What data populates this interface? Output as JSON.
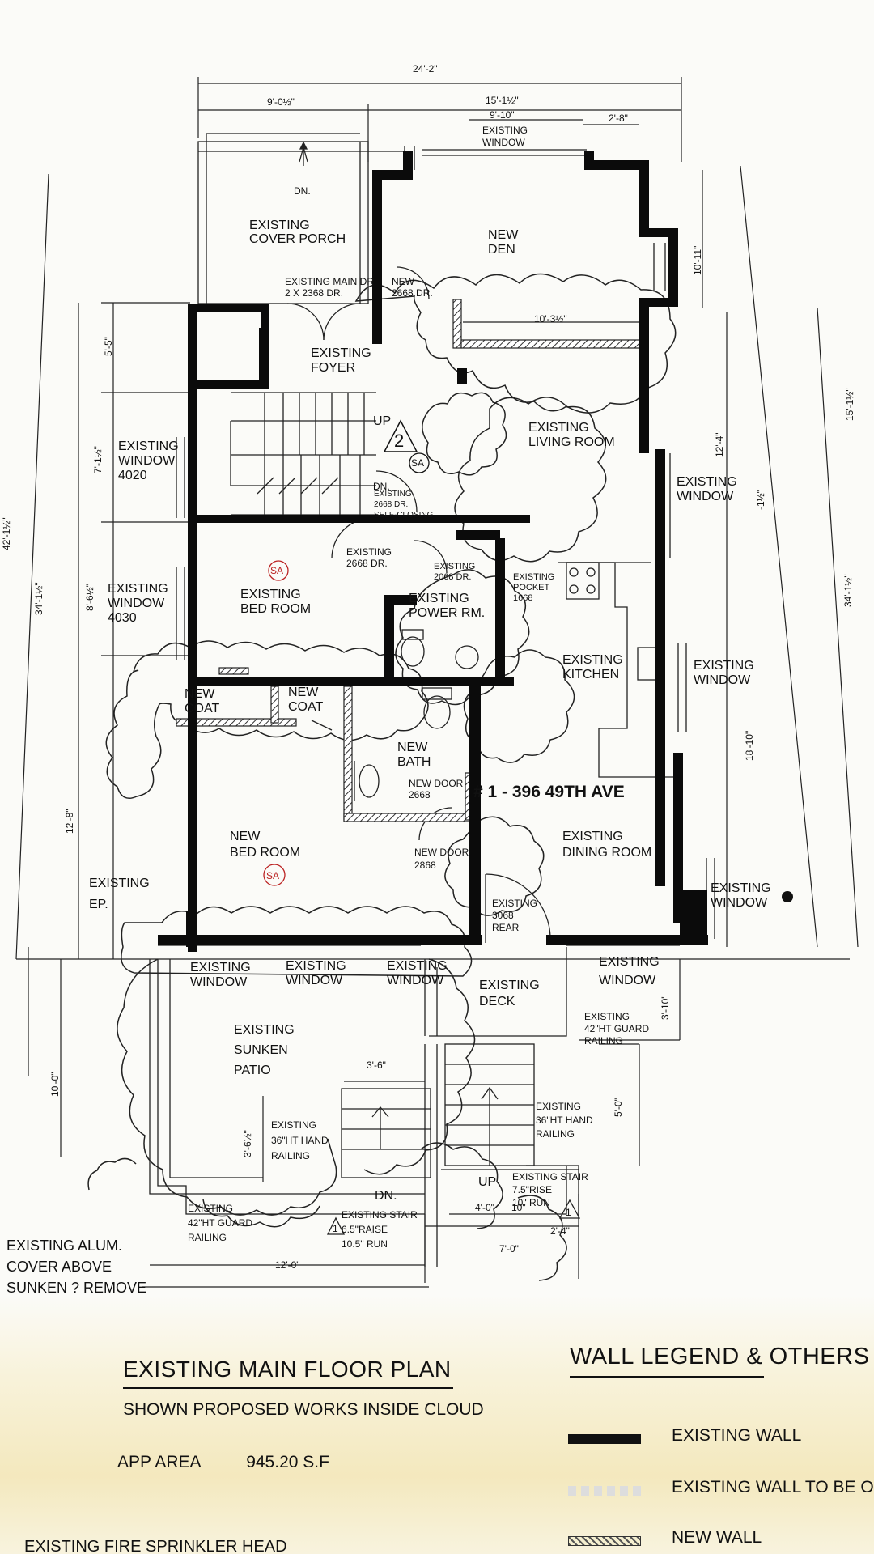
{
  "dimensions": {
    "overall_width": "24'-2\"",
    "porch_width": "9'-0½\"",
    "den_width": "15'-1½\"",
    "den_inner": "9'-10\"",
    "bay_offset": "2'-8\"",
    "den_depth": "10'-11\"",
    "den_dim": "10'-3½\"",
    "living_depth": "12'-4\"",
    "right_side": "-1½\"",
    "kitchen_depth": "18'-10\"",
    "left_foyer": "5'-5\"",
    "left_window1": "7'-1½\"",
    "left_bedroom": "8'-6½\"",
    "left_newbed": "12'-8\"",
    "left_total": "34'-1½\"",
    "far_left_total": "42'-1½\"",
    "far_right_total": "34'-1½\"",
    "far_right_top": "15'-1½\"",
    "deck_rail": "3'-10\"",
    "patio_depth": "10'-0\"",
    "stair_run": "3'-6\"",
    "stair_height": "3'-6½\"",
    "stair_landing": "5'-0\"",
    "patio_width": "12'-0\"",
    "stair_4": "4'-0\"",
    "stair_10": "10\"",
    "stair_7": "7'-0\"",
    "stair_24": "2'-4\""
  },
  "labels": {
    "den_window_1": "EXISTING",
    "den_window_2": "WINDOW",
    "porch_dn": "DN.",
    "porch_1": "EXISTING",
    "porch_2": "COVER PORCH",
    "main_door_1": "EXISTING MAIN DR.",
    "main_door_2": "2 X 2368 DR.",
    "den_1": "NEW",
    "den_2": "DEN",
    "den_door_1": "NEW",
    "den_door_2": "2668 DR.",
    "foyer_1": "EXISTING",
    "foyer_2": "FOYER",
    "stair_up": "UP",
    "window4020_1": "EXISTING",
    "window4020_2": "WINDOW",
    "window4020_3": "4020",
    "living_1": "EXISTING",
    "living_2": "LIVING ROOM",
    "rev_tag": "2",
    "sa_tag": "SA",
    "stair_dn": "DN.",
    "sc_door_1": "EXISTING",
    "sc_door_2": "2668 DR.",
    "sc_door_3": "SELF-CLOSING",
    "living_window_1": "EXISTING",
    "living_window_2": "WINDOW",
    "bed_door_1": "EXISTING",
    "bed_door_2": "2668 DR.",
    "pwr_door_1": "EXISTING",
    "pwr_door_2": "2068 DR.",
    "pocket_1": "EXISTING",
    "pocket_2": "POCKET",
    "pocket_3": "1668",
    "window4030_1": "EXISTING",
    "window4030_2": "WINDOW",
    "window4030_3": "4030",
    "bedroom_1": "EXISTING",
    "bedroom_2": "BED ROOM",
    "power_1": "EXISTING",
    "power_2": "POWER RM.",
    "kitchen_1": "EXISTING",
    "kitchen_2": "KITCHEN",
    "kitchen_window_1": "EXISTING",
    "kitchen_window_2": "WINDOW",
    "coat1_1": "NEW",
    "coat1_2": "COAT",
    "coat2_1": "NEW",
    "coat2_2": "COAT",
    "bath_1": "NEW",
    "bath_2": "BATH",
    "bath_door_1": "NEW DOOR",
    "bath_door_2": "2668",
    "address": "# 1 - 396  49TH AVE",
    "dining_1": "EXISTING",
    "dining_2": "DINING ROOM",
    "newbed_1": "NEW",
    "newbed_2": "BED ROOM",
    "newbed_door_1": "NEW DOOR",
    "newbed_door_2": "2868",
    "ep_1": "EXISTING",
    "ep_2": "EP.",
    "rear_door_1": "EXISTING",
    "rear_door_2": "3068",
    "rear_door_3": "REAR",
    "dining_window_1": "EXISTING",
    "dining_window_2": "WINDOW",
    "rear_win1_1": "EXISTING",
    "rear_win1_2": "WINDOW",
    "rear_win2_1": "EXISTING",
    "rear_win2_2": "WINDOW",
    "rear_win3_1": "EXISTING",
    "rear_win3_2": "WINDOW",
    "deck_1": "EXISTING",
    "deck_2": "DECK",
    "rear_win4_1": "EXISTING",
    "rear_win4_2": "WINDOW",
    "guard42_1": "EXISTING",
    "guard42_2": "42\"HT GUARD",
    "guard42_3": "RAILING",
    "patio_1": "EXISTING",
    "patio_2": "SUNKEN",
    "patio_3": "PATIO",
    "hand36a_1": "EXISTING",
    "hand36a_2": "36\"HT HAND",
    "hand36a_3": "RAILING",
    "hand36b_1": "EXISTING",
    "hand36b_2": "36\"HT HAND",
    "hand36b_3": "RAILING",
    "stair_dn2": "DN.",
    "stair_up2": "UP",
    "stair75_1": "EXISTING STAIR",
    "stair75_2": "7.5\"RISE",
    "stair75_3": "10\" RUN",
    "guard42b_1": "EXISTING",
    "guard42b_2": "42\"HT GUARD",
    "guard42b_3": "RAILING",
    "stair65_1": "EXISTING STAIR",
    "stair65_2": "6.5\"RAISE",
    "stair65_3": "10.5\" RUN",
    "alum_1": "EXISTING ALUM.",
    "alum_2": "COVER ABOVE",
    "alum_3": "SUNKEN  ?  REMOVE",
    "delta": "1"
  },
  "title_block": {
    "title": "EXISTING MAIN FLOOR PLAN",
    "subtitle": "SHOWN PROPOSED WORKS INSIDE CLOUD",
    "area_label": "APP AREA",
    "area_value": "945.20 S.F",
    "footer_cut": "EXISTING FIRE SPRINKLER HEAD"
  },
  "legend": {
    "title": "WALL LEGEND & OTHERS",
    "items": [
      {
        "label": "EXISTING WALL"
      },
      {
        "label": "EXISTING WALL TO BE O"
      },
      {
        "label": "NEW WALL"
      }
    ]
  }
}
